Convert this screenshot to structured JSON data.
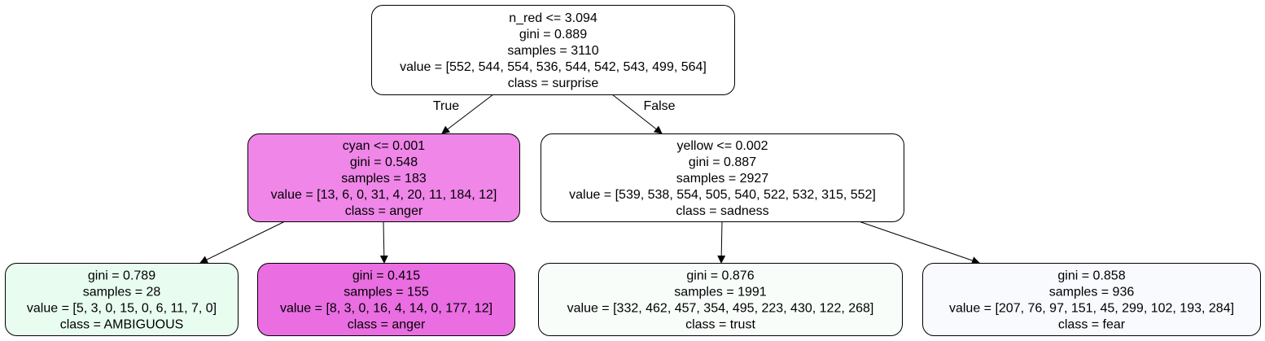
{
  "tree": {
    "nodes": [
      {
        "id": "root",
        "fill": "#ffffff",
        "lines": [
          "n_red <= 3.094",
          "gini = 0.889",
          "samples = 3110",
          "value = [552, 544, 554, 536, 544, 542, 543, 499, 564]",
          "class = surprise"
        ]
      },
      {
        "id": "left",
        "fill": "#ef86e8",
        "lines": [
          "cyan <= 0.001",
          "gini = 0.548",
          "samples = 183",
          "value = [13, 6, 0, 31, 4, 20, 11, 184, 12]",
          "class = anger"
        ]
      },
      {
        "id": "right",
        "fill": "#ffffff",
        "lines": [
          "yellow <= 0.002",
          "gini = 0.887",
          "samples = 2927",
          "value = [539, 538, 554, 505, 540, 522, 532, 315, 552]",
          "class = sadness"
        ]
      },
      {
        "id": "left-left",
        "fill": "#e8fcf0",
        "lines": [
          "gini = 0.789",
          "samples = 28",
          "value = [5, 3, 0, 15, 0, 6, 11, 7, 0]",
          "class = AMBIGUOUS"
        ]
      },
      {
        "id": "left-right",
        "fill": "#ea6de2",
        "lines": [
          "gini = 0.415",
          "samples = 155",
          "value = [8, 3, 0, 16, 4, 14, 0, 177, 12]",
          "class = anger"
        ]
      },
      {
        "id": "right-left",
        "fill": "#f8fdfa",
        "lines": [
          "gini = 0.876",
          "samples = 1991",
          "value = [332, 462, 457, 354, 495, 223, 430, 122, 268]",
          "class = trust"
        ]
      },
      {
        "id": "right-right",
        "fill": "#f8fafe",
        "lines": [
          "gini = 0.858",
          "samples = 936",
          "value = [207, 76, 97, 151, 45, 299, 102, 193, 284]",
          "class = fear"
        ]
      }
    ],
    "edges": [
      {
        "from": "root",
        "to": "left",
        "label": "True"
      },
      {
        "from": "root",
        "to": "right",
        "label": "False"
      },
      {
        "from": "left",
        "to": "left-left",
        "label": ""
      },
      {
        "from": "left",
        "to": "left-right",
        "label": ""
      },
      {
        "from": "right",
        "to": "right-left",
        "label": ""
      },
      {
        "from": "right",
        "to": "right-right",
        "label": ""
      }
    ]
  }
}
